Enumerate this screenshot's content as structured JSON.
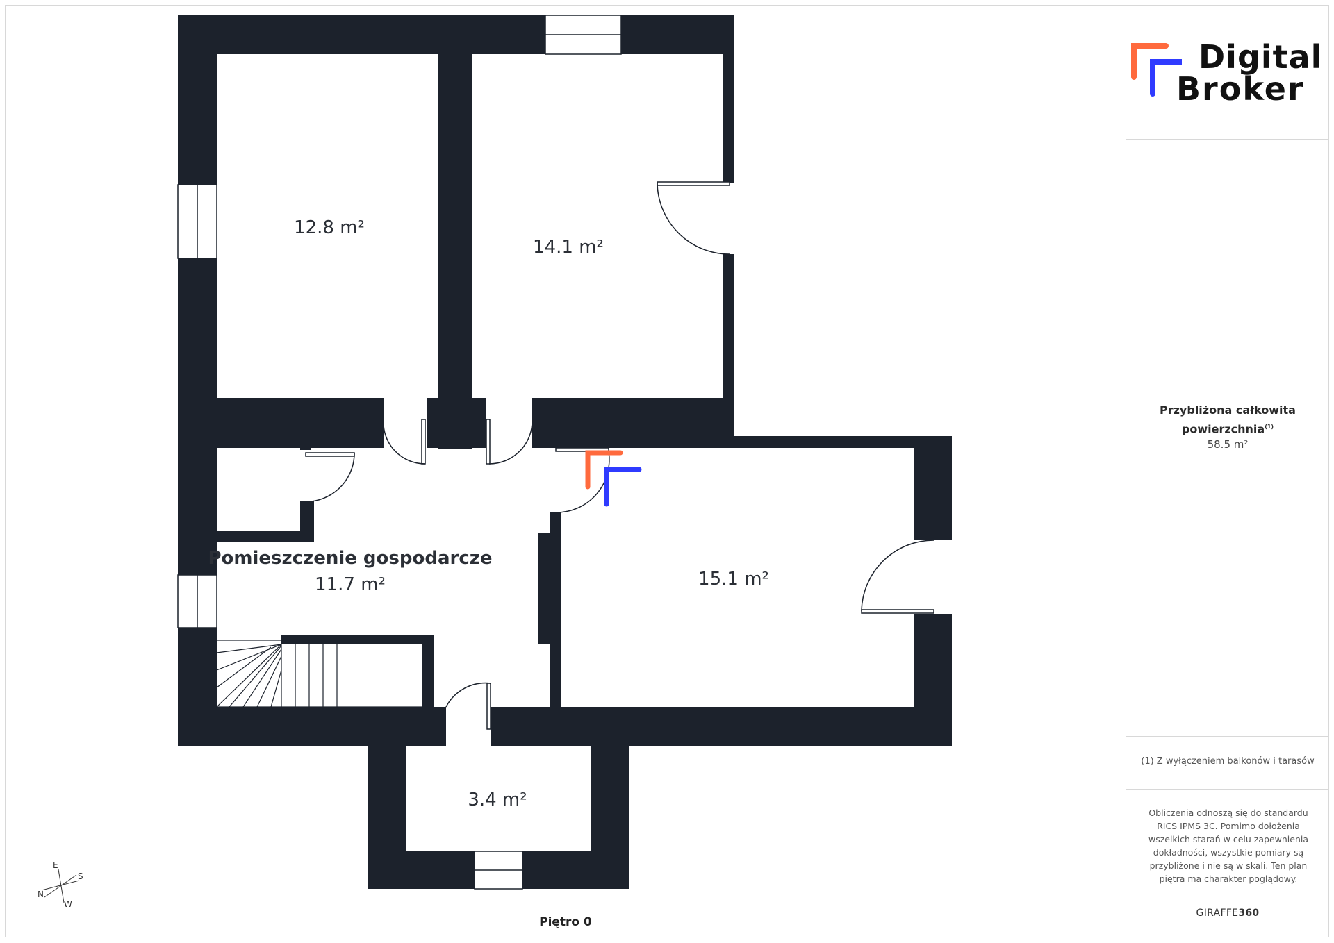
{
  "plan": {
    "floor_label": "Piętro 0",
    "rooms": [
      {
        "id": "room-a",
        "area": "12.8 m²",
        "name": ""
      },
      {
        "id": "room-b",
        "area": "14.1 m²",
        "name": ""
      },
      {
        "id": "room-c",
        "area": "11.7 m²",
        "name": "Pomieszczenie gospodarcze"
      },
      {
        "id": "room-d",
        "area": "15.1 m²",
        "name": ""
      },
      {
        "id": "room-e",
        "area": "3.4 m²",
        "name": ""
      }
    ],
    "compass": {
      "e": "E",
      "s": "S",
      "n": "N",
      "w": "W"
    }
  },
  "sidebar": {
    "logo": {
      "line1": "Digital",
      "line2": "Broker"
    },
    "area_title_1": "Przybliżona całkowita",
    "area_title_2": "powierzchnia",
    "area_title_sup": "(1)",
    "area_value": "58.5 m²",
    "footnote": "(1) Z wyłączeniem balkonów i tarasów",
    "disclaimer": "Obliczenia odnoszą się do standardu RICS IPMS 3C. Pomimo dołożenia wszelkich starań w celu zapewnienia dokładności, wszystkie pomiary są przybliżone i nie są w skali. Ten plan piętra ma charakter poglądowy.",
    "brand_prefix": "GIRAFFE",
    "brand_suffix": "360"
  },
  "colors": {
    "wall": "#1c222c",
    "accent_orange": "#ff6a3d",
    "accent_blue": "#2f3bff",
    "sidebar_border": "#d8d8d8"
  }
}
